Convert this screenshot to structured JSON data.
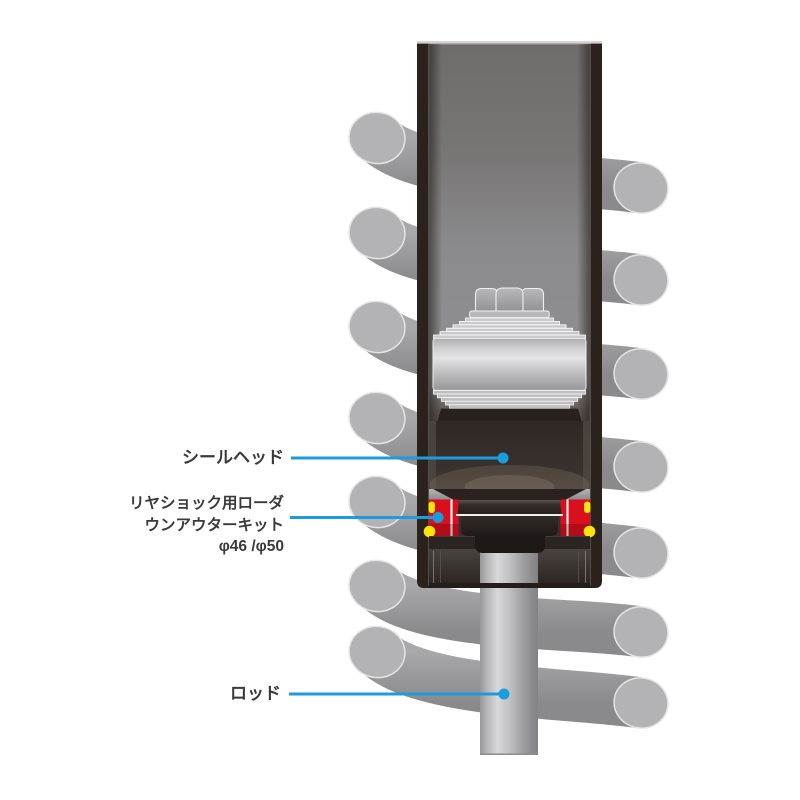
{
  "diagram": {
    "labels": {
      "seal_head": "シールヘッド",
      "kit_line1": "リヤショック用ローダ",
      "kit_line2": "ウンアウターキット",
      "kit_line3": "φ46 /φ50",
      "rod": "ロッド"
    },
    "colors": {
      "leader_blue": "#1b9cdd",
      "seal_red": "#d8101e",
      "marker_yellow": "#ffe30a",
      "spring_gray": "#9b9b9d",
      "body_dark": "#2b221e",
      "text_dark": "#3c3a39",
      "background": "#ffffff"
    }
  }
}
